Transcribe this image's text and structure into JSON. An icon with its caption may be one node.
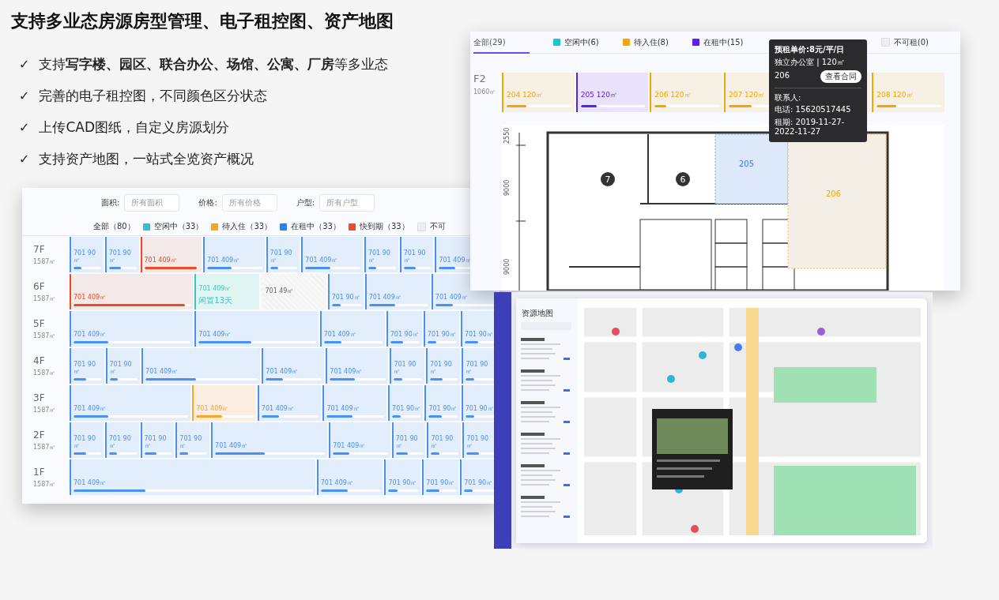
{
  "diagram": {
    "title": "支持多业态房源房型管理、电子租控图、资产地图",
    "labels": [
      "✓",
      "支持**写字楼、园区、联合办公、场馆、公寓、厂房**等多业态",
      "✓",
      "完善的电子租控图，不同颜色区分状态",
      "✓",
      "上传CAD图纸，自定义房源划分",
      "✓",
      "支持资产地图，一站式全览资产概况",
      "面积:",
      "所有面积",
      "价格:",
      "所有价格",
      "户型:",
      "所有户型",
      "全部（80）",
      "7F",
      "1587㎡",
      "701 90㎡",
      "701 90㎡",
      "701 409㎡",
      "701 409㎡",
      "701 90㎡",
      "701 409㎡",
      "701 90㎡",
      "701 90㎡",
      "701 409㎡",
      "6F",
      "1587㎡",
      "701 409㎡",
      "701 409㎡",
      "闲置13天",
      "701 49㎡",
      "701 90㎡",
      "701 409㎡",
      "701 409㎡",
      "5F",
      "1587㎡",
      "701 409㎡",
      "701 409㎡",
      "701 409㎡",
      "701 90㎡",
      "701 90㎡",
      "701 90㎡",
      "4F",
      "1587㎡",
      "701 90㎡",
      "701 90㎡",
      "701 409㎡",
      "701 409㎡",
      "701 409㎡",
      "701 90㎡",
      "701 90㎡",
      "701 90㎡",
      "3F",
      "1587㎡",
      "701 409㎡",
      "701 409㎡",
      "701 409㎡",
      "701 409㎡",
      "701 90㎡",
      "701 90㎡",
      "701 90㎡",
      "2F",
      "1587㎡",
      "701 90㎡",
      "701 90㎡",
      "701 90㎡",
      "701 90㎡",
      "701 409㎡",
      "701 409㎡",
      "701 90㎡",
      "701 90㎡",
      "701 90㎡",
      "1F",
      "1587㎡",
      "701 409㎡",
      "701 409㎡",
      "701 90㎡",
      "701 90㎡",
      "701 90㎡",
      "全部(29)",
      "F2",
      "1060㎡",
      "204 120㎡",
      "205 120㎡",
      "206 120㎡",
      "207 120㎡",
      "208 120㎡",
      "预租单价:8元/平/日",
      "独立办公室 | 120㎡",
      "206",
      "查看合同",
      "联系人:",
      "电话: 15620517445",
      "租期: 2019-11-27-2022-11-27",
      "2550",
      "9000",
      "9000",
      "7",
      "6",
      "205",
      "206",
      "资源地图"
    ],
    "legend": [
      {
        "text": "空闲中（33）",
        "color": "#2ec4cf"
      },
      {
        "text": "待入住（33）",
        "color": "#f5a623"
      },
      {
        "text": "在租中（33）",
        "color": "#2f80ed"
      },
      {
        "text": "快到期（33）",
        "color": "#f04a24"
      },
      {
        "text": "不可",
        "color": "#eeeeee"
      },
      {
        "text": "空闲中(6)",
        "color": "#18c8d0"
      },
      {
        "text": "待入住(8)",
        "color": "#f5a400"
      },
      {
        "text": "在租中(15)",
        "color": "#5b1ff0"
      },
      {
        "text": "不可租(0)",
        "color": "#eeeeee"
      }
    ]
  }
}
